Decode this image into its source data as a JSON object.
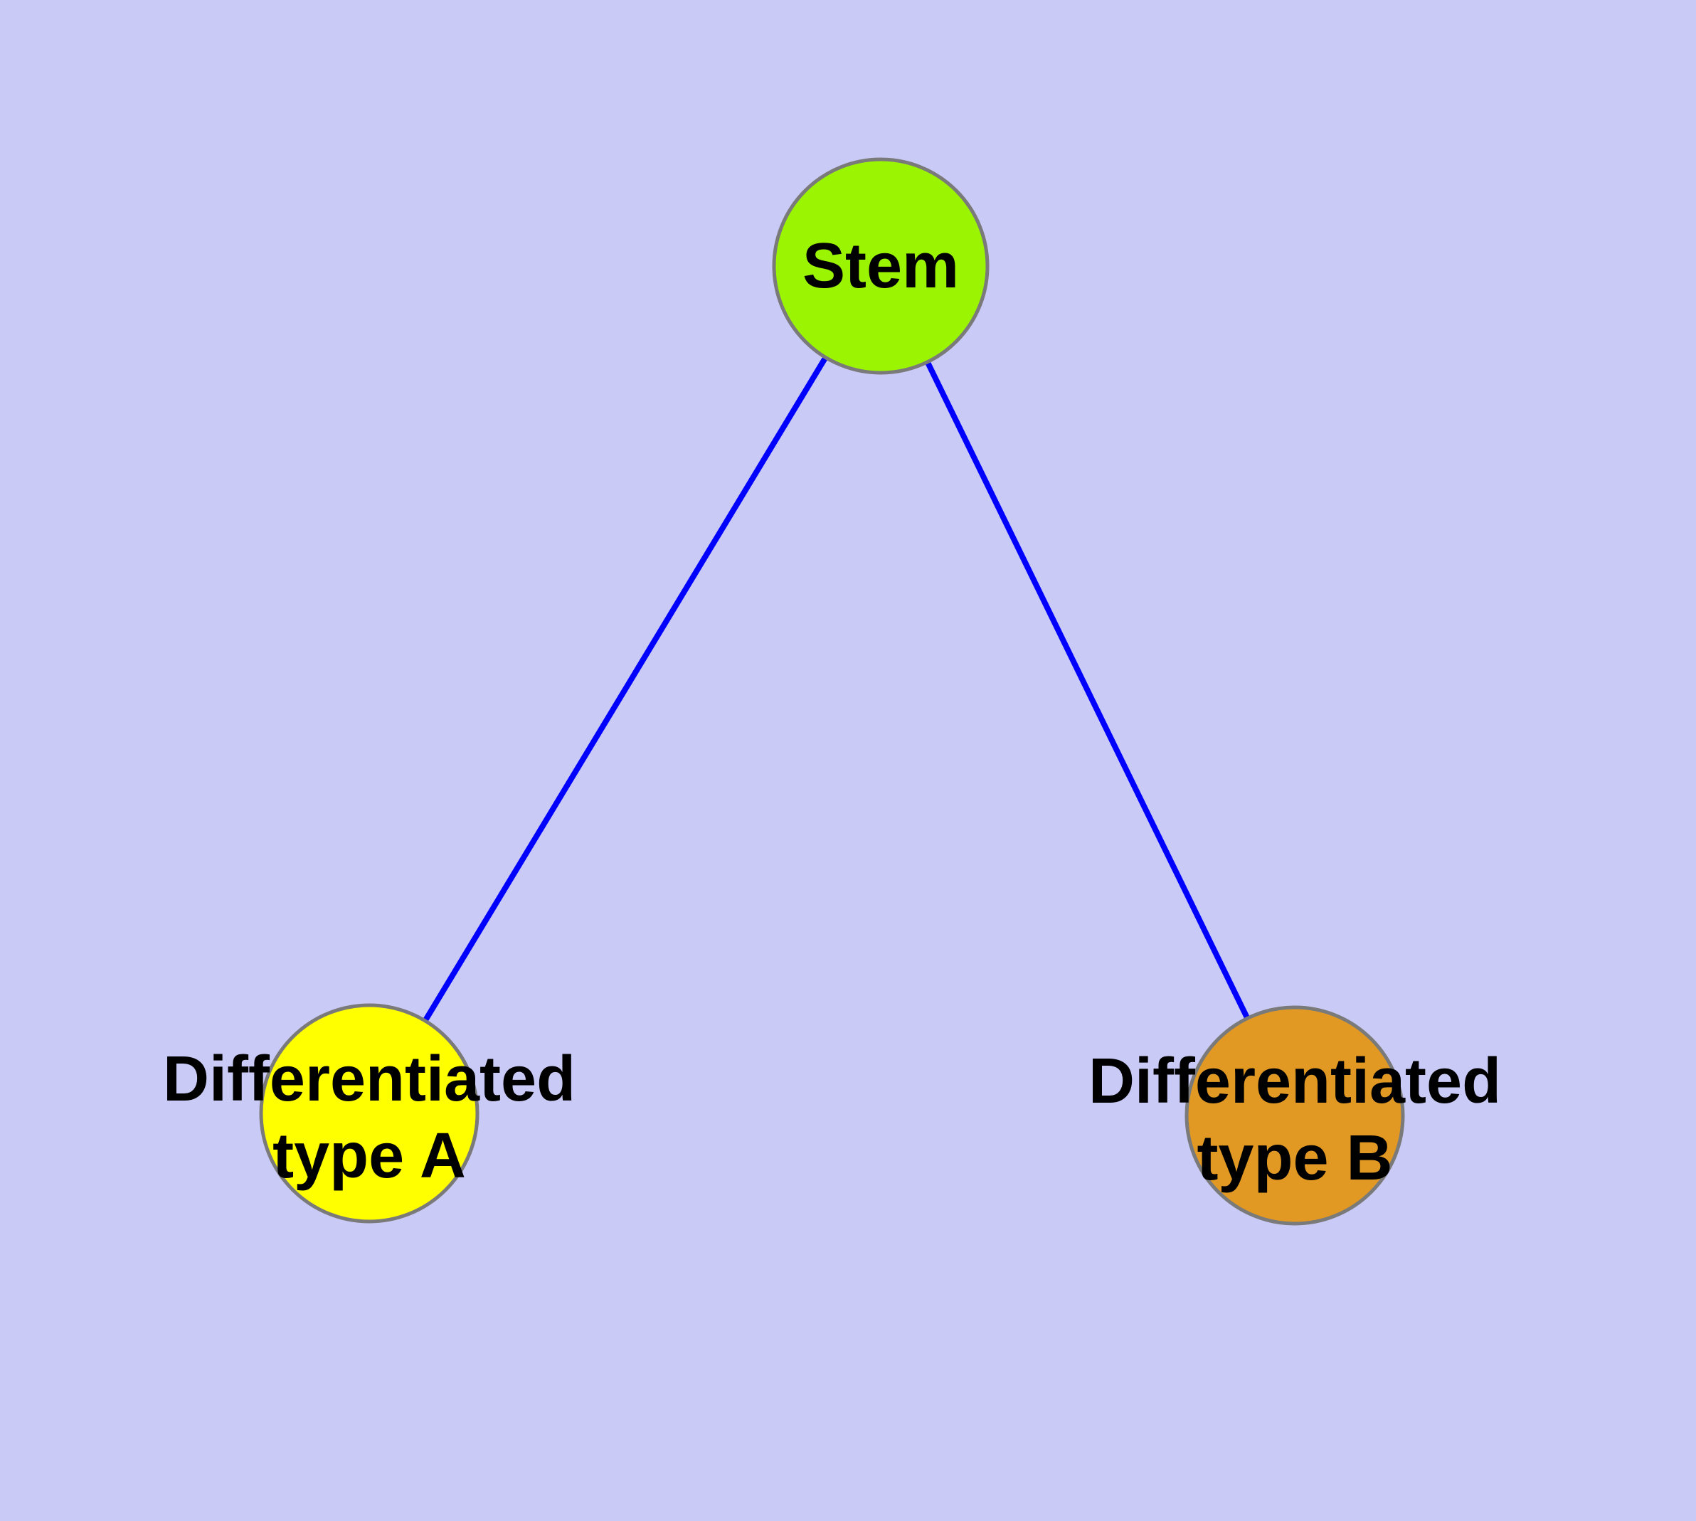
{
  "diagram": {
    "type": "graph",
    "description_visible_nodes": 3,
    "nodes": [
      {
        "id": "stem",
        "label": "Stem",
        "fill": "#9BF402"
      },
      {
        "id": "type-a",
        "label_line1": "Differentiated",
        "label_line2": "type A",
        "fill": "#FFFF00"
      },
      {
        "id": "type-b",
        "label_line1": "Differentiated",
        "label_line2": "type B",
        "fill": "#E19923"
      }
    ],
    "edges": [
      {
        "from": "stem",
        "to": "type-a"
      },
      {
        "from": "stem",
        "to": "type-b"
      }
    ]
  },
  "colors": {
    "background": "#CACAF7",
    "edge_blue": "#0000FF",
    "node_border": "#7A7A7A",
    "label_text": "#000000",
    "stem_fill": "#9BF402",
    "type_a_fill": "#FFFF00",
    "type_b_fill": "#E19923"
  }
}
